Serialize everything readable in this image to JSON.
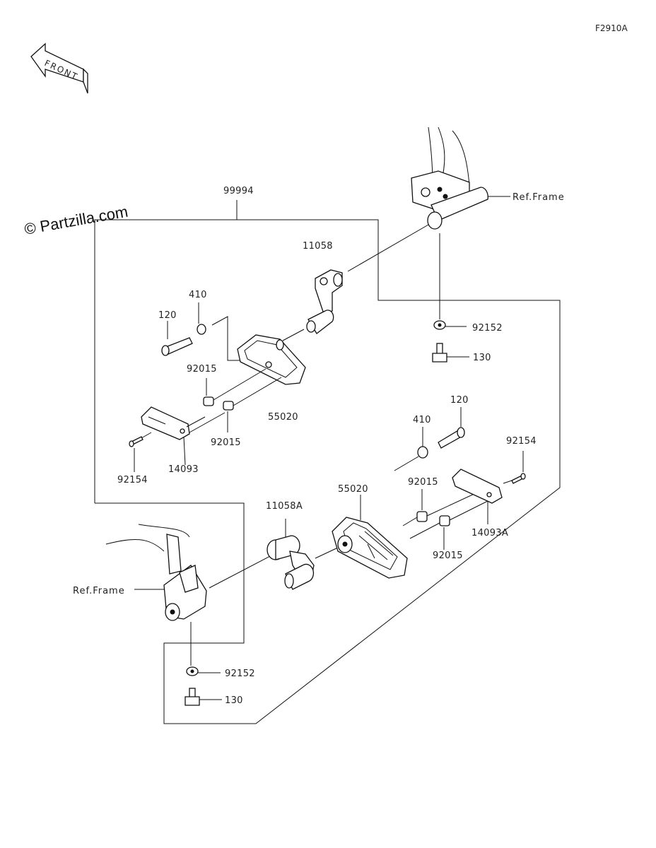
{
  "figure_code": "F2910A",
  "watermark": "© Partzilla.com",
  "front_indicator": "FRONT",
  "ref_labels": {
    "upper": "Ref.Frame",
    "lower": "Ref.Frame"
  },
  "callouts": {
    "kit": "99994",
    "r_bracket": "11058",
    "l_bracket": "11058A",
    "r_washer": "410",
    "l_washer": "410",
    "r_bolt": "120",
    "l_bolt": "120",
    "r_collar_a": "92015",
    "r_collar_b": "92015",
    "l_collar_a": "92015",
    "l_collar_b": "92015",
    "r_slider": "55020",
    "l_slider": "55020",
    "r_plate": "14093",
    "l_plate": "14093A",
    "r_screw": "92154",
    "l_screw": "92154",
    "r_nut": "92152",
    "l_nut": "92152",
    "r_frame_bolt": "130",
    "l_frame_bolt": "130"
  }
}
